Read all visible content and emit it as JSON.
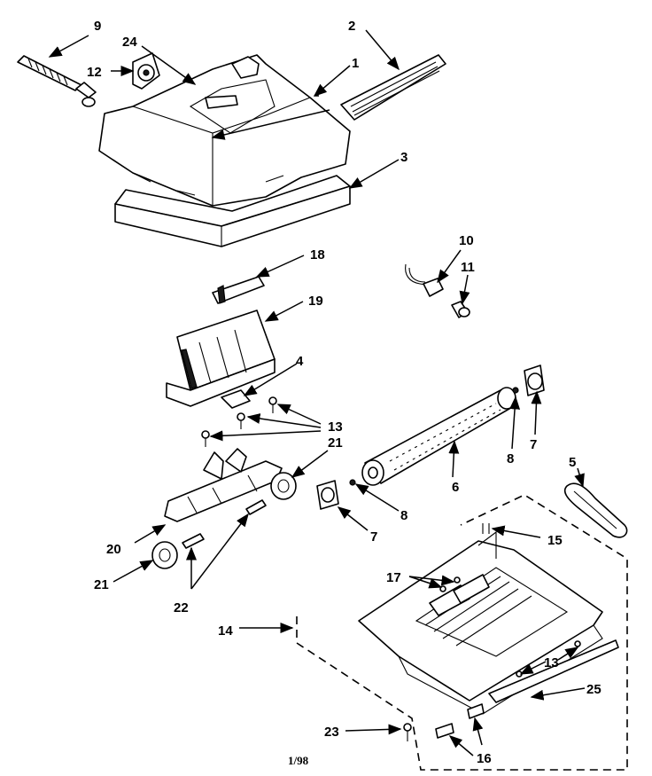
{
  "callouts": {
    "c1": "1",
    "c2": "2",
    "c3": "3",
    "c4": "4",
    "c5": "5",
    "c6": "6",
    "c7a": "7",
    "c7b": "7",
    "c8a": "8",
    "c8b": "8",
    "c9": "9",
    "c10": "10",
    "c11": "11",
    "c12": "12",
    "c13a": "13",
    "c13b": "13",
    "c14": "14",
    "c15": "15",
    "c16": "16",
    "c17": "17",
    "c18": "18",
    "c19": "19",
    "c20": "20",
    "c21a": "21",
    "c21b": "21",
    "c22": "22",
    "c23": "23",
    "c24": "24",
    "c25": "25"
  },
  "footer": {
    "date_code": "1/98"
  }
}
